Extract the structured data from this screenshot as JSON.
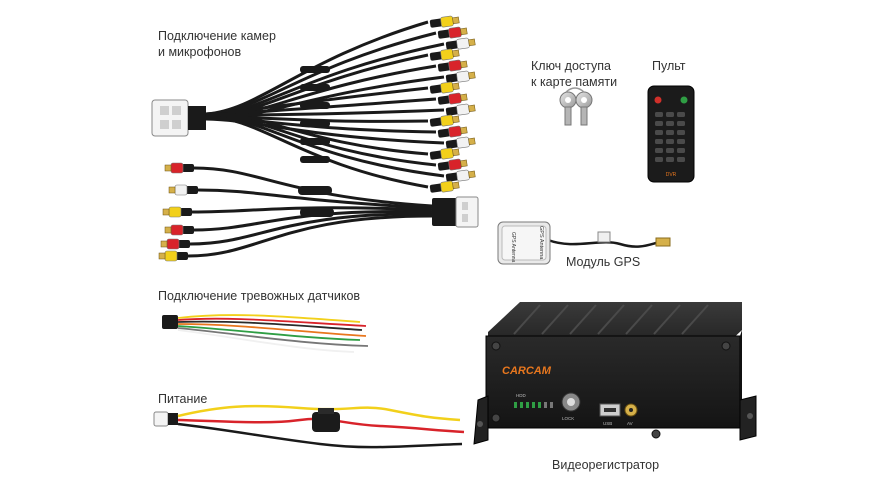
{
  "labels": {
    "cameras_line1": "Подключение камер",
    "cameras_line2": "и микрофонов",
    "key_line1": "Ключ доступа",
    "key_line2": "к карте памяти",
    "remote": "Пульт",
    "gps_module": "Модуль GPS",
    "alarm_sensors": "Подключение тревожных датчиков",
    "power": "Питание",
    "recorder": "Видеорегистратор"
  },
  "device": {
    "brand": "CARCAM",
    "port_usb": "USB",
    "port_av": "AV",
    "port_lock": "LOCK",
    "leds_label": "HDD"
  },
  "gps_antenna": {
    "text1": "GPS Antenna",
    "text2": "GPS Antenna"
  },
  "remote": {
    "brand": "DVR"
  },
  "colors": {
    "rca_yellow": "#f2d01b",
    "rca_red": "#d8232a",
    "rca_white": "#f2f2f2",
    "cable_black": "#1a1a1a",
    "brand_orange": "#e8771e",
    "button_red": "#d0302a",
    "button_green": "#2f9e44"
  }
}
